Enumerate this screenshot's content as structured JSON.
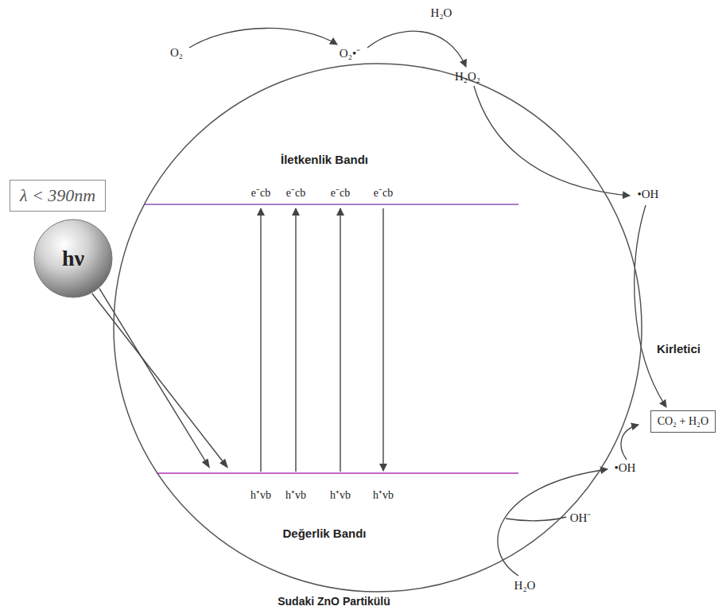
{
  "diagram": {
    "nodes": [
      {
        "text": [
          "λ < 390nm"
        ]
      },
      {
        "text": [
          "hν"
        ]
      },
      {
        "text": [
          "Sudaki ZnO Partikülü"
        ]
      },
      {
        "text": [
          "CO₂ + H₂O"
        ]
      }
    ],
    "edges": [
      {
        "from": 1,
        "to": 2,
        "arrow": "to"
      },
      {
        "from": 1,
        "to": 2,
        "arrow": "to"
      }
    ],
    "labels": [
      "O₂",
      "O₂•⁻",
      "H₂O",
      "H₂O₂",
      "İletkenlik Bandı",
      "e⁻cb",
      "e⁻cb",
      "e⁻cb",
      "e⁻cb",
      "•OH",
      "Kirletici",
      "•OH",
      "h⁺vb",
      "h⁺vb",
      "h⁺vb",
      "h⁺vb",
      "OH⁻",
      "Değerlik Bandı",
      "H₂O"
    ]
  }
}
